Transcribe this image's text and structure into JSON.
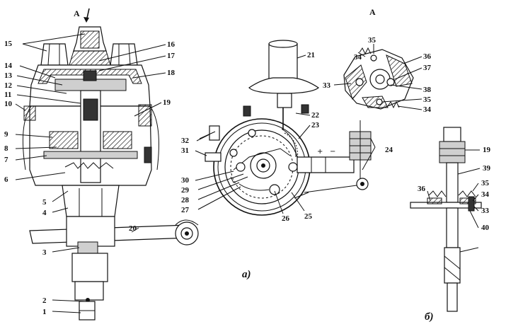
{
  "view_marker": "A",
  "captions": {
    "a": "а)",
    "b": "б)"
  },
  "left_labels": [
    "15",
    "14",
    "13",
    "12",
    "11",
    "10",
    "9",
    "8",
    "7",
    "6",
    "5",
    "4",
    "3",
    "2",
    "1",
    "16",
    "17",
    "18",
    "19",
    "20"
  ],
  "middle_labels": [
    "21",
    "22",
    "23",
    "24",
    "25",
    "26",
    "27",
    "28",
    "29",
    "30",
    "31",
    "32"
  ],
  "detail_labels": [
    "35",
    "34",
    "33",
    "36",
    "37",
    "38",
    "35",
    "34"
  ],
  "right_labels": [
    "19",
    "39",
    "35",
    "34",
    "33",
    "40",
    "36"
  ]
}
